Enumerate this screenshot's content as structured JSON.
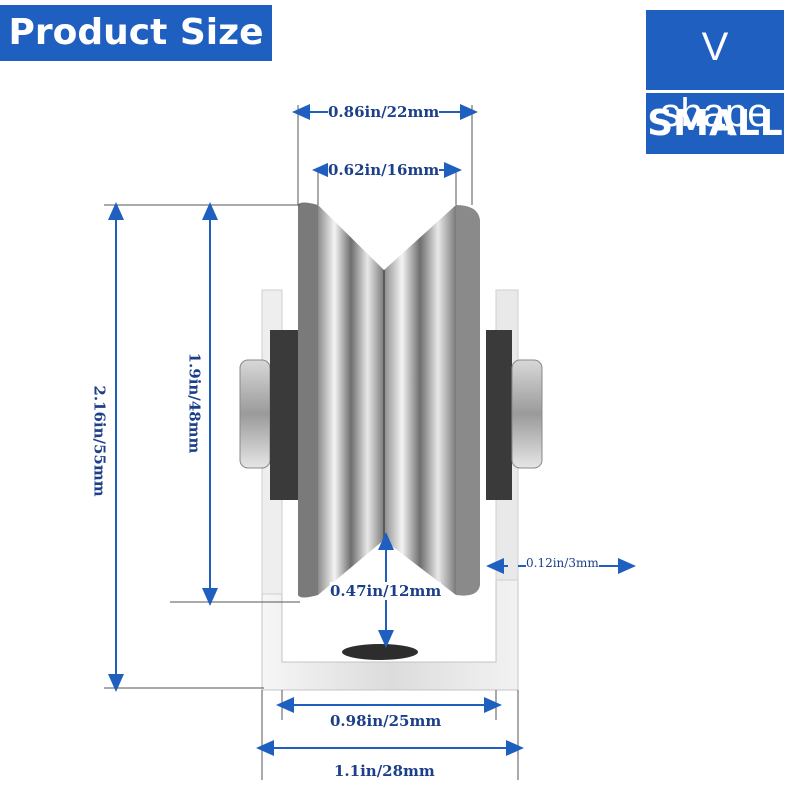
{
  "header": {
    "title": "Product Size"
  },
  "badge": {
    "shape": "V shape",
    "size": "SMALL"
  },
  "colors": {
    "accent": "#1f5fbf",
    "dimension_line": "#1f5fbf",
    "dimension_text": "#1c3f8a"
  },
  "dimensions": {
    "outer_width": "0.86in/22mm",
    "groove_width": "0.62in/16mm",
    "wheel_height": "1.9in/48mm",
    "total_height": "2.16in/55mm",
    "bracket_thickness": "0.12in/3mm",
    "groove_depth": "0.47in/12mm",
    "bracket_inner_width": "0.98in/25mm",
    "bracket_outer_width": "1.1in/28mm"
  }
}
